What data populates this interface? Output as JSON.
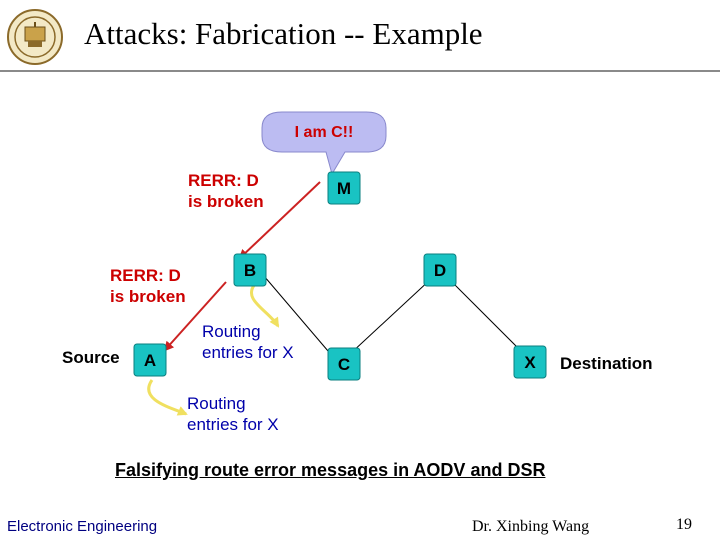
{
  "slide": {
    "title": "Attacks: Fabrication -- Example",
    "caption": "Falsifying route error messages in AODV and DSR",
    "footer_left": "Electronic Engineering",
    "footer_right": "Dr. Xinbing Wang",
    "page_number": "19"
  },
  "logo": {
    "icon": "university-seal-icon"
  },
  "diagram": {
    "nodes": [
      {
        "id": "A",
        "label": "A"
      },
      {
        "id": "B",
        "label": "B"
      },
      {
        "id": "C",
        "label": "C"
      },
      {
        "id": "D",
        "label": "D"
      },
      {
        "id": "M",
        "label": "M"
      },
      {
        "id": "X",
        "label": "X"
      }
    ],
    "bubble": {
      "text": "I am C!!"
    },
    "labels": {
      "source": "Source",
      "destination": "Destination",
      "rerr_upper_line1": "RERR: D",
      "rerr_upper_line2": "is broken",
      "rerr_lower_line1": "RERR: D",
      "rerr_lower_line2": "is broken",
      "routing_b_line1": "Routing",
      "routing_b_line2": "entries for X",
      "routing_a_line1": "Routing",
      "routing_a_line2": "entries for X"
    },
    "colors": {
      "node_fill": "#19c3c3",
      "bubble_fill": "#bcbcf2",
      "rerr_arrow": "#cc2222",
      "routing_arrow": "#f0e060",
      "edge": "#000000",
      "rerr_text": "#cc0000",
      "routing_text": "#0000aa"
    }
  }
}
